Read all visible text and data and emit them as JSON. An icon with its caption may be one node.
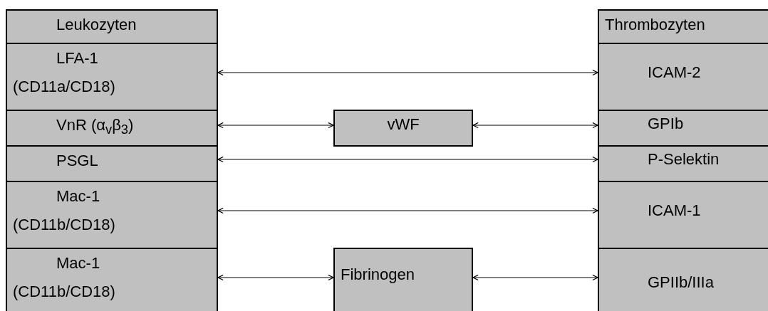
{
  "diagram": {
    "nodes": [
      {
        "text": [
          "Leukozyten"
        ]
      },
      {
        "text": [
          "Thrombozyten"
        ]
      },
      {
        "text": [
          "LFA-1 (CD11a/CD18)"
        ]
      },
      {
        "text": [
          "ICAM-2"
        ]
      },
      {
        "text": [
          "VnR (α$_{v}$β$_{3}$)"
        ]
      },
      {
        "text": [
          "vWF"
        ]
      },
      {
        "text": [
          "GPIb"
        ]
      },
      {
        "text": [
          "PSGL"
        ]
      },
      {
        "text": [
          "P-Selektin"
        ]
      },
      {
        "text": [
          "Mac-1 (CD11b/CD18)"
        ]
      },
      {
        "text": [
          "ICAM-1"
        ]
      },
      {
        "text": [
          "Mac-1 (CD11b/CD18)"
        ]
      },
      {
        "text": [
          "Fibrinogen"
        ]
      },
      {
        "text": [
          "GPIIb/IIIa"
        ]
      }
    ],
    "edges": [
      {
        "from": 2,
        "to": 3,
        "arrow": "both"
      },
      {
        "from": 4,
        "to": 5,
        "arrow": "both"
      },
      {
        "from": 5,
        "to": 6,
        "arrow": "both"
      },
      {
        "from": 7,
        "to": 8,
        "arrow": "both"
      },
      {
        "from": 9,
        "to": 10,
        "arrow": "both"
      },
      {
        "from": 11,
        "to": 12,
        "arrow": "both"
      },
      {
        "from": 12,
        "to": 13,
        "arrow": "both"
      }
    ]
  }
}
